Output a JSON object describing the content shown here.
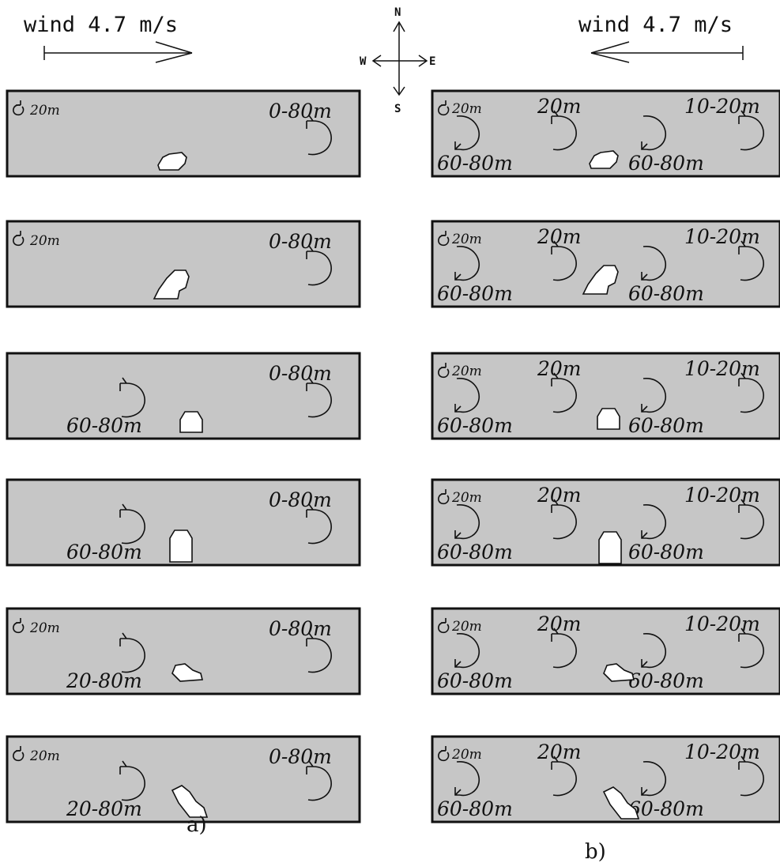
{
  "header": {
    "wind_a": "wind 4.7 m/s",
    "wind_b": "wind 4.7 m/s",
    "compass": {
      "n": "N",
      "s": "S",
      "e": "E",
      "w": "W"
    }
  },
  "panels_a": [
    {
      "corner": "20m",
      "right": "0-80m",
      "center": ""
    },
    {
      "corner": "20m",
      "right": "0-80m",
      "center": ""
    },
    {
      "corner": "",
      "right": "0-80m",
      "center": "60-80m"
    },
    {
      "corner": "",
      "right": "0-80m",
      "center": "60-80m"
    },
    {
      "corner": "20m",
      "right": "0-80m",
      "center": "20-80m"
    },
    {
      "corner": "20m",
      "right": "0-80m",
      "center": "20-80m"
    }
  ],
  "panels_b": [
    {
      "corner": "20m",
      "mid": "20m",
      "right": "10-20m",
      "left_bottom": "60-80m",
      "center_bottom": "60-80m"
    },
    {
      "corner": "20m",
      "mid": "20m",
      "right": "10-20m",
      "left_bottom": "60-80m",
      "center_bottom": "60-80m"
    },
    {
      "corner": "20m",
      "mid": "20m",
      "right": "10-20m",
      "left_bottom": "60-80m",
      "center_bottom": "60-80m"
    },
    {
      "corner": "20m",
      "mid": "20m",
      "right": "10-20m",
      "left_bottom": "60-80m",
      "center_bottom": "60-80m"
    },
    {
      "corner": "20m",
      "mid": "20m",
      "right": "10-20m",
      "left_bottom": "60-80m",
      "center_bottom": "60-80m"
    },
    {
      "corner": "20m",
      "mid": "20m",
      "right": "10-20m",
      "left_bottom": "60-80m",
      "center_bottom": "60-80m"
    }
  ],
  "captions": {
    "a": "a)",
    "b": "b)"
  }
}
